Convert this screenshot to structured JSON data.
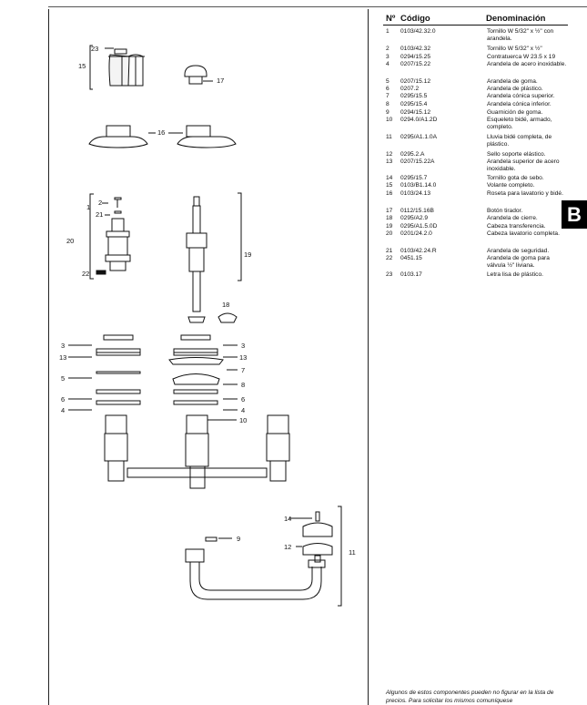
{
  "table": {
    "col_n": "Nº",
    "col_code": "Código",
    "col_name": "Denominación",
    "rows": [
      {
        "n": "1",
        "code": "0103/42.32.0",
        "name": "Tornillo W 5/32\" x ½\" con arandela."
      },
      {
        "n": "2",
        "code": "0103/42.32",
        "name": "Tornillo W 5/32\" x ½\""
      },
      {
        "n": "3",
        "code": "0294/15.25",
        "name": "Contratuerca W 23.5 x 19"
      },
      {
        "n": "4",
        "code": "0207/15.22",
        "name": "Arandela de acero inoxidable."
      },
      {
        "n": "5",
        "code": "0207/15.12",
        "name": "Arandela de goma."
      },
      {
        "n": "6",
        "code": "0207.2",
        "name": "Arandela de plástico."
      },
      {
        "n": "7",
        "code": "0295/15.5",
        "name": "Arandela cónica superior."
      },
      {
        "n": "8",
        "code": "0295/15.4",
        "name": "Arandela cónica inferior."
      },
      {
        "n": "9",
        "code": "0294/15.12",
        "name": "Guarnición de goma."
      },
      {
        "n": "10",
        "code": "0294.0/A1.2D",
        "name": "Esqueleto bidé, armado, completo."
      },
      {
        "n": "11",
        "code": "0295/A1.1.0A",
        "name": "Lluvia bidé completa, de plástico."
      },
      {
        "n": "12",
        "code": "0295.2.A",
        "name": "Sello soporte elástico."
      },
      {
        "n": "13",
        "code": "0207/15.22A",
        "name": "Arandela superior de acero inoxidable."
      },
      {
        "n": "14",
        "code": "0295/15.7",
        "name": "Tornillo gota de sebo."
      },
      {
        "n": "15",
        "code": "0103/B1.14.0",
        "name": "Volante completo."
      },
      {
        "n": "16",
        "code": "0103/24.13",
        "name": "Roseta para lavatorio y bidé."
      },
      {
        "n": "17",
        "code": "0112/15.16B",
        "name": "Botón tirador."
      },
      {
        "n": "18",
        "code": "0295/A2.9",
        "name": "Arandela de cierre."
      },
      {
        "n": "19",
        "code": "0295/A1.5.0D",
        "name": "Cabeza transferencia."
      },
      {
        "n": "20",
        "code": "0201/24.2.0",
        "name": "Cabeza lavatorio completa."
      },
      {
        "n": "21",
        "code": "0103/42.24.R",
        "name": "Arandela de seguridad."
      },
      {
        "n": "22",
        "code": "0451.15",
        "name": "Arandela de goma para válvula ½\" liviana."
      },
      {
        "n": "23",
        "code": "0103.17",
        "name": "Letra lisa de plástico."
      }
    ]
  },
  "section_tab": "B",
  "footnote": "Algunos de estos componentes pueden no figurar en la lista de precios. Para solicitar los mismos comuníquese",
  "callouts": [
    "23",
    "15",
    "17",
    "16",
    "2",
    "1",
    "21",
    "20",
    "22",
    "19",
    "18",
    "3",
    "13",
    "5",
    "6",
    "4",
    "3",
    "13",
    "7",
    "8",
    "6",
    "4",
    "10",
    "14",
    "12",
    "11",
    "9"
  ]
}
